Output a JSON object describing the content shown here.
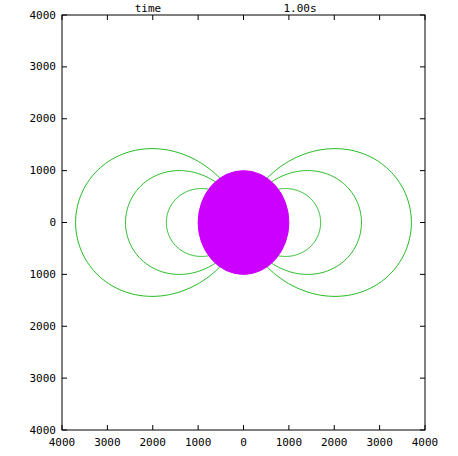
{
  "diagram": {
    "labels": [
      "time",
      "1.00s",
      "4000",
      "3000",
      "2000",
      "1000",
      "0",
      "1000",
      "2000",
      "3000",
      "4000",
      "4000",
      "3000",
      "2000",
      "1000",
      "0",
      "1000",
      "2000",
      "3000",
      "4000"
    ]
  }
}
